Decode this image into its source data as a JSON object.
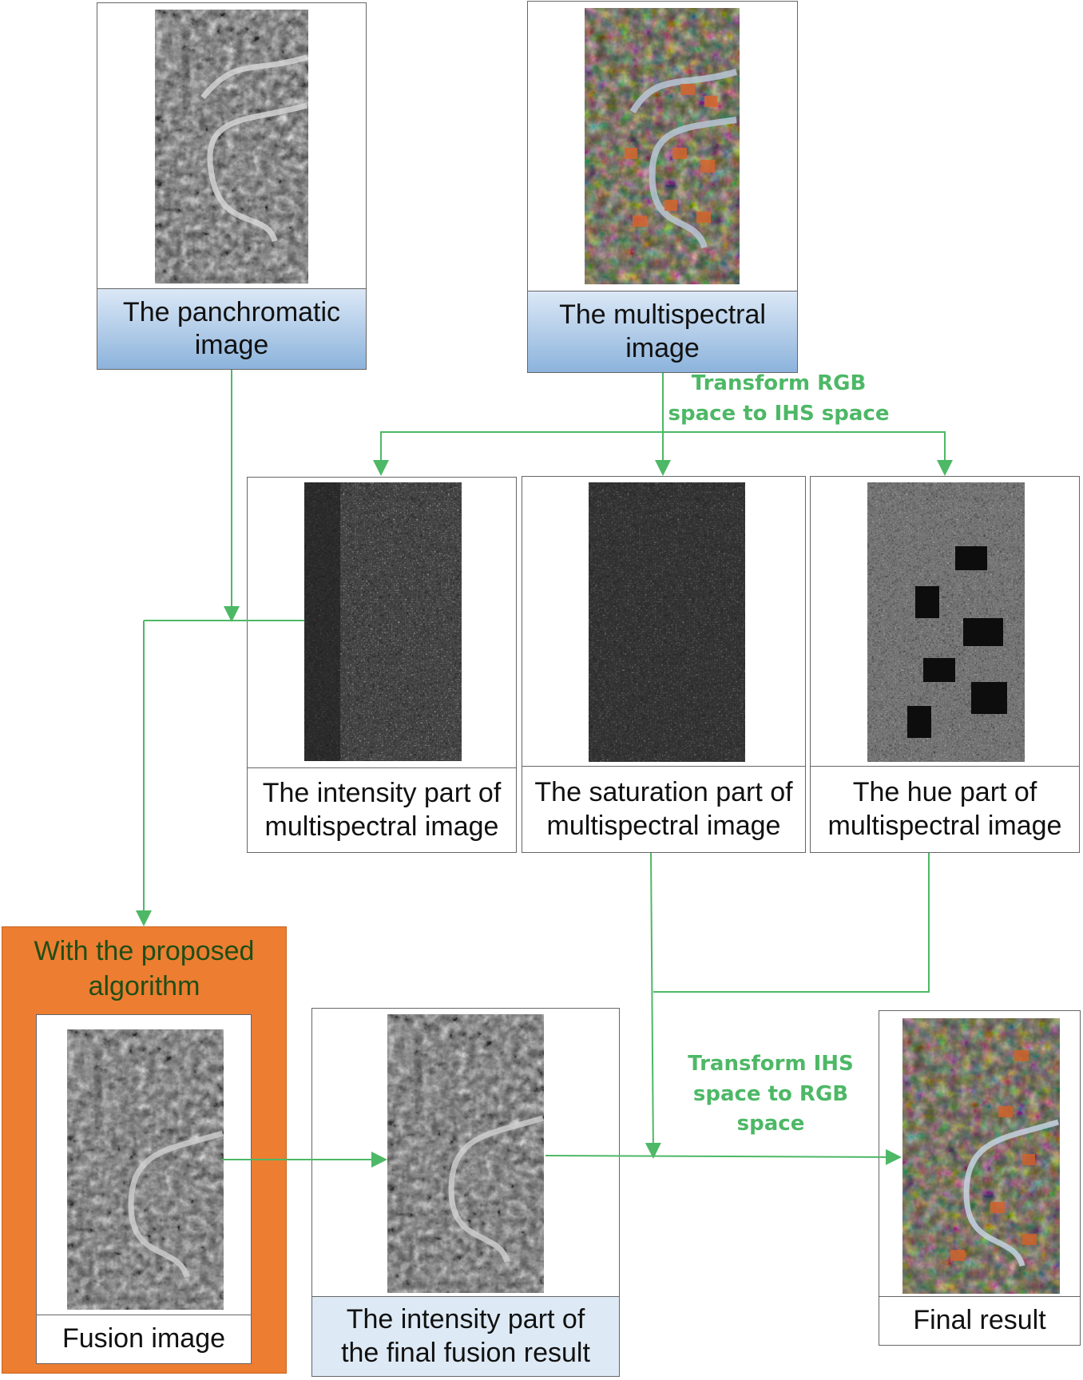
{
  "nodes": {
    "panchromatic": {
      "label": "The panchromatic\nimage"
    },
    "multispectral": {
      "label": "The multispectral\nimage"
    },
    "intensity": {
      "label": "The intensity part of\nmultispectral image"
    },
    "saturation": {
      "label": "The saturation part of\nmultispectral image"
    },
    "hue": {
      "label": "The hue part of\nmultispectral image"
    },
    "proposed": {
      "label": "With the proposed\nalgorithm"
    },
    "fusion": {
      "label": "Fusion image"
    },
    "final_intensity": {
      "label": "The intensity part of\nthe final fusion result"
    },
    "final_result": {
      "label": "Final result"
    }
  },
  "edge_labels": {
    "rgb_to_ihs": "Transform RGB\nspace to IHS space",
    "ihs_to_rgb": "Transform IHS\nspace to RGB\nspace"
  },
  "colors": {
    "arrow": "#4db866",
    "orange": "#ec7d31",
    "label_blue_top": "#dbe8f6",
    "label_blue_bottom": "#8cb3dc",
    "label_light_blue": "#dde9f4"
  },
  "icons": {
    "panchromatic_image": "grayscale-aerial-photo",
    "multispectral_image": "color-aerial-photo",
    "intensity_image": "grayscale-blocky-aerial-photo",
    "saturation_image": "noise-pattern-photo",
    "hue_image": "noise-blocks-photo",
    "fusion_image": "grayscale-aerial-photo",
    "final_intensity_image": "grayscale-aerial-photo",
    "final_result_image": "color-aerial-photo"
  }
}
